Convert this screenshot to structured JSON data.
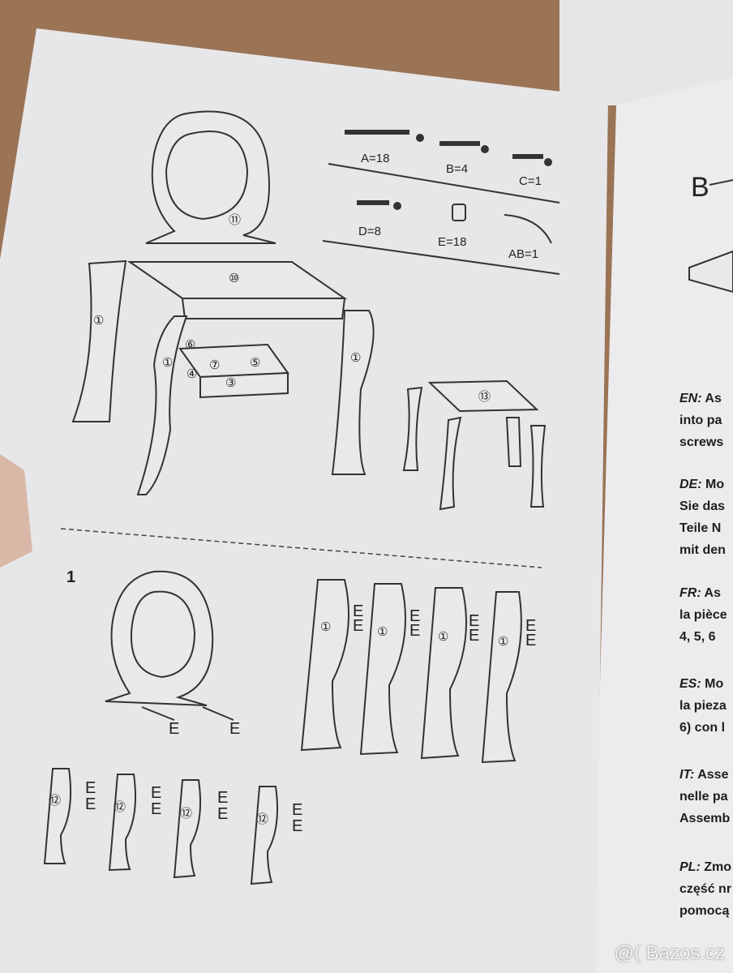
{
  "hardware": [
    {
      "id": "A",
      "label": "A=18"
    },
    {
      "id": "B",
      "label": "B=4"
    },
    {
      "id": "C",
      "label": "C=1"
    },
    {
      "id": "D",
      "label": "D=8"
    },
    {
      "id": "E",
      "label": "E=18"
    },
    {
      "id": "AB",
      "label": "AB=1"
    }
  ],
  "parts": {
    "mirror": "⑪",
    "top": "⑩",
    "leg": "①",
    "stool_top": "⑬",
    "stool_leg": "⑫",
    "drawer_front": "③",
    "drawer_side_l": "④",
    "drawer_side_r": "⑤",
    "drawer_back": "⑥",
    "drawer_bottom": "⑦"
  },
  "step": {
    "number": "1",
    "fastener": "E"
  },
  "right_page": {
    "figure_label": "B",
    "paragraphs": [
      {
        "lang": "EN:",
        "lines": [
          "As",
          "into pa",
          "screws"
        ]
      },
      {
        "lang": "DE:",
        "lines": [
          "Mo",
          "Sie das",
          "Teile N",
          "mit den"
        ]
      },
      {
        "lang": "FR:",
        "lines": [
          "As",
          "la pièce",
          "4, 5, 6"
        ]
      },
      {
        "lang": "ES:",
        "lines": [
          "Mo",
          "la pieza",
          "6) con l"
        ]
      },
      {
        "lang": "IT:",
        "lines": [
          "Asse",
          "nelle pa",
          "Assemb"
        ]
      },
      {
        "lang": "PL:",
        "lines": [
          "Zmo",
          "część nr",
          "pomocą"
        ]
      }
    ]
  },
  "watermark": "@( Bazos.cz"
}
